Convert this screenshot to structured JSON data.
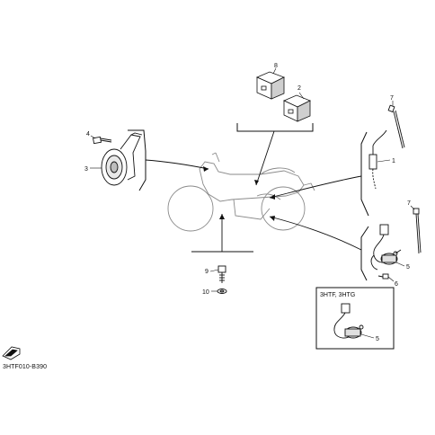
{
  "diagram": {
    "reference_code": "3HTF010-B390",
    "inset_label": "3HTF, 3HTG",
    "colors": {
      "line": "#111111",
      "fill": "#ffffff",
      "shade": "#bdbdbd"
    },
    "callouts": {
      "c1": "1",
      "c2": "2",
      "c3": "3",
      "c4": "4",
      "c5a": "5",
      "c5b": "5",
      "c6": "6",
      "c7a": "7",
      "c7b": "7",
      "c8": "8",
      "c9": "9",
      "c10": "10"
    },
    "icon": "front-direction-arrow-icon"
  }
}
